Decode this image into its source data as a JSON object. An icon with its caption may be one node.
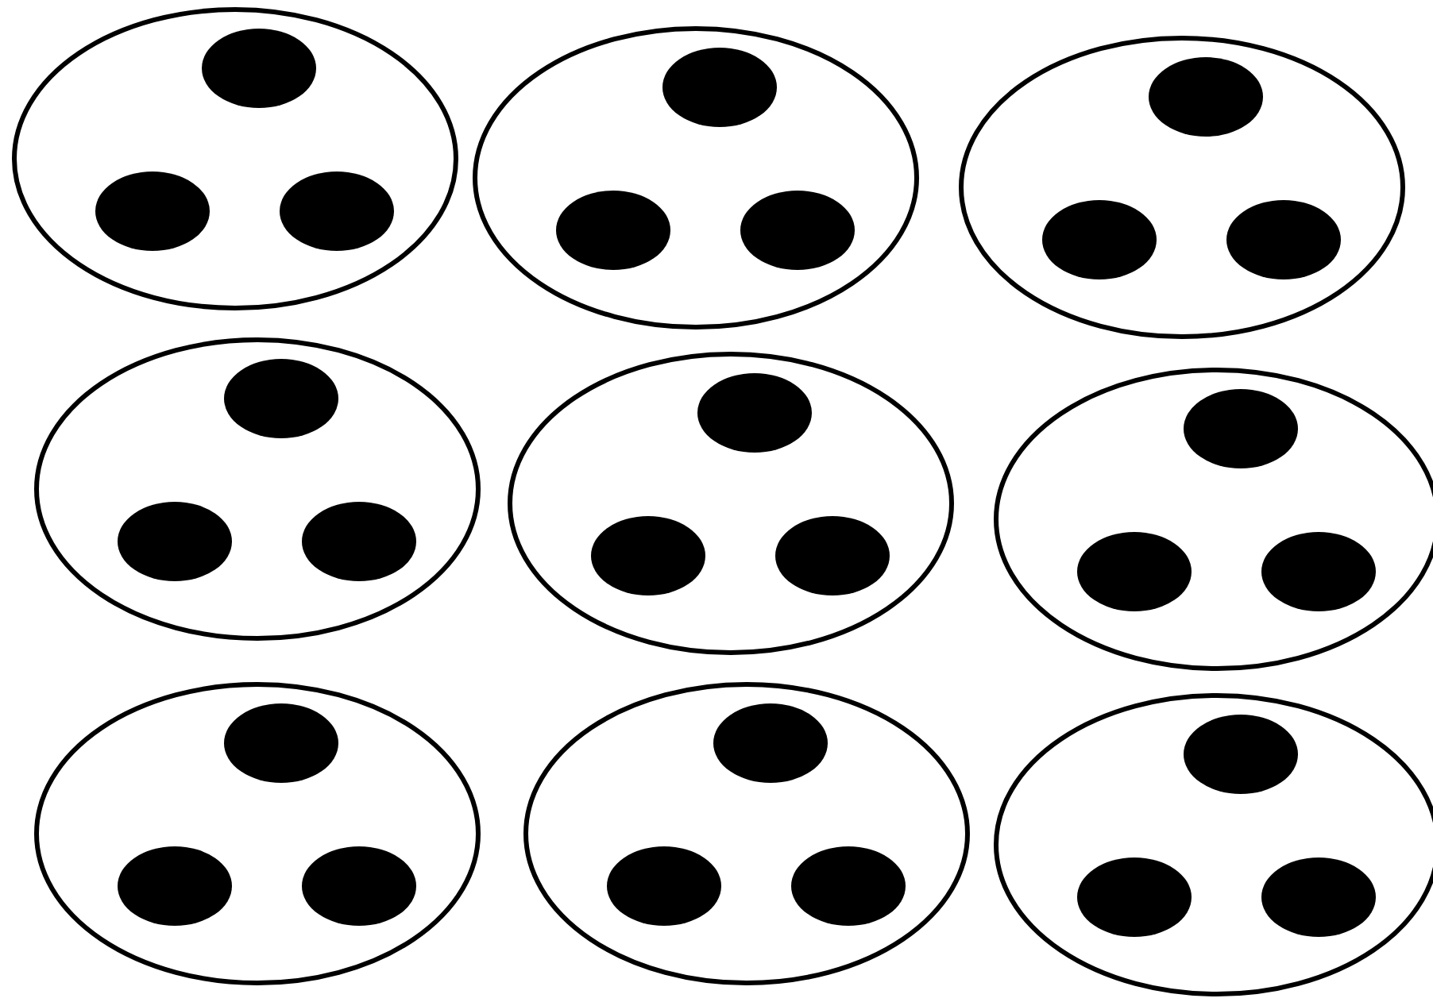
{
  "diagram": {
    "nodes": [
      {
        "text": [],
        "shape": "ellipse"
      },
      {
        "text": [],
        "shape": "dot",
        "in": 0
      },
      {
        "text": [],
        "shape": "dot",
        "in": 0
      },
      {
        "text": [],
        "shape": "dot",
        "in": 0
      },
      {
        "text": [],
        "shape": "ellipse"
      },
      {
        "text": [],
        "shape": "dot",
        "in": 4
      },
      {
        "text": [],
        "shape": "dot",
        "in": 4
      },
      {
        "text": [],
        "shape": "dot",
        "in": 4
      },
      {
        "text": [],
        "shape": "ellipse"
      },
      {
        "text": [],
        "shape": "dot",
        "in": 8
      },
      {
        "text": [],
        "shape": "dot",
        "in": 8
      },
      {
        "text": [],
        "shape": "dot",
        "in": 8
      },
      {
        "text": [],
        "shape": "ellipse"
      },
      {
        "text": [],
        "shape": "dot",
        "in": 12
      },
      {
        "text": [],
        "shape": "dot",
        "in": 12
      },
      {
        "text": [],
        "shape": "dot",
        "in": 12
      },
      {
        "text": [],
        "shape": "ellipse"
      },
      {
        "text": [],
        "shape": "dot",
        "in": 16
      },
      {
        "text": [],
        "shape": "dot",
        "in": 16
      },
      {
        "text": [],
        "shape": "dot",
        "in": 16
      },
      {
        "text": [],
        "shape": "ellipse"
      },
      {
        "text": [],
        "shape": "dot",
        "in": 20
      },
      {
        "text": [],
        "shape": "dot",
        "in": 20
      },
      {
        "text": [],
        "shape": "dot",
        "in": 20
      },
      {
        "text": [],
        "shape": "ellipse"
      },
      {
        "text": [],
        "shape": "dot",
        "in": 24
      },
      {
        "text": [],
        "shape": "dot",
        "in": 24
      },
      {
        "text": [],
        "shape": "dot",
        "in": 24
      },
      {
        "text": [],
        "shape": "ellipse"
      },
      {
        "text": [],
        "shape": "dot",
        "in": 28
      },
      {
        "text": [],
        "shape": "dot",
        "in": 28
      },
      {
        "text": [],
        "shape": "dot",
        "in": 28
      },
      {
        "text": [],
        "shape": "ellipse"
      },
      {
        "text": [],
        "shape": "dot",
        "in": 32
      },
      {
        "text": [],
        "shape": "dot",
        "in": 32
      },
      {
        "text": [],
        "shape": "dot",
        "in": 32
      }
    ]
  }
}
